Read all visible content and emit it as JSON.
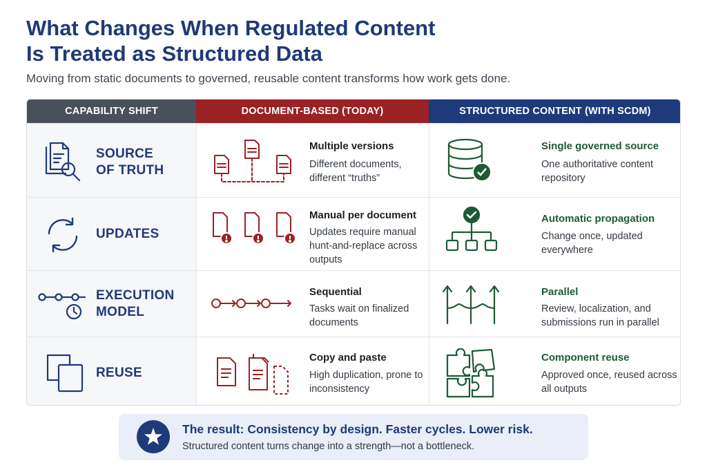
{
  "page": {
    "title_line1": "What Changes When Regulated Content",
    "title_line2": "Is Treated as Structured Data",
    "subtitle": "Moving from static documents to governed, reusable content transforms how work gets done."
  },
  "table": {
    "headers": [
      "CAPABILITY SHIFT",
      "DOCUMENT-BASED (TODAY)",
      "STRUCTURED CONTENT (WITH SCDM)"
    ],
    "rows": [
      {
        "capability_line1": "SOURCE",
        "capability_line2": "OF TRUTH",
        "capability_icon": "document-search-icon",
        "today_title": "Multiple versions",
        "today_desc": "Different documents, different “truths”",
        "today_icon": "scattered-documents-icon",
        "scdm_title": "Single governed source",
        "scdm_desc": "One authoritative content repository",
        "scdm_icon": "database-check-icon"
      },
      {
        "capability_line1": "UPDATES",
        "capability_line2": "",
        "capability_icon": "refresh-cycle-icon",
        "today_title": "Manual per document",
        "today_desc": "Updates require manual hunt-and-replace across outputs",
        "today_icon": "documents-alert-icon",
        "scdm_title": "Automatic propagation",
        "scdm_desc": "Change once, updated everywhere",
        "scdm_icon": "hierarchy-check-icon"
      },
      {
        "capability_line1": "EXECUTION",
        "capability_line2": "MODEL",
        "capability_icon": "workflow-clock-icon",
        "today_title": "Sequential",
        "today_desc": "Tasks wait on finalized documents",
        "today_icon": "sequential-flow-icon",
        "scdm_title": "Parallel",
        "scdm_desc": "Review, localization, and submissions run in parallel",
        "scdm_icon": "parallel-arrows-icon"
      },
      {
        "capability_line1": "REUSE",
        "capability_line2": "",
        "capability_icon": "copy-squares-icon",
        "today_title": "Copy and paste",
        "today_desc": "High duplication, prone to inconsistency",
        "today_icon": "duplicate-documents-icon",
        "scdm_title": "Component reuse",
        "scdm_desc": "Approved once, reused across all outputs",
        "scdm_icon": "puzzle-pieces-icon"
      }
    ]
  },
  "callout": {
    "title": "The result: Consistency by design. Faster cycles. Lower risk.",
    "subtitle": "Structured content turns change into a strength—not a bottleneck.",
    "icon": "star-icon"
  },
  "colors": {
    "navy": "#1e3a78",
    "red": "#9a2124",
    "green": "#1d5a35",
    "gray_header": "#4a5059"
  }
}
